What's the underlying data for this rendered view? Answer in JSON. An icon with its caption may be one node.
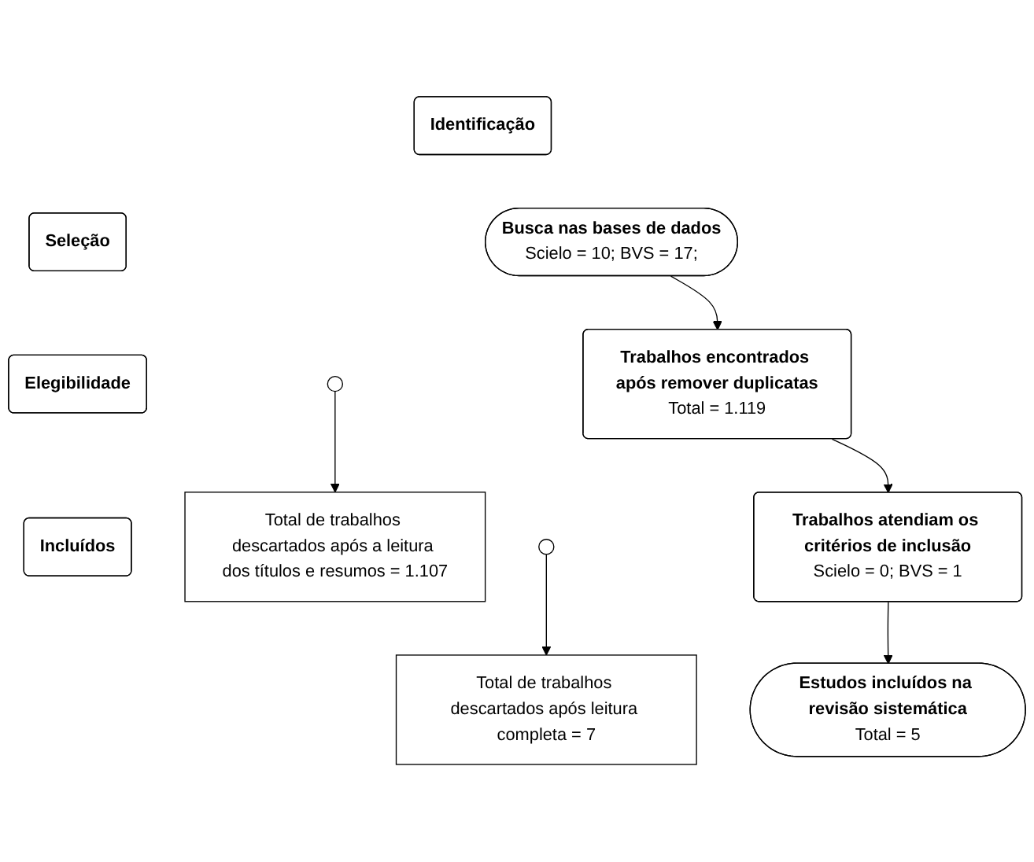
{
  "diagram": {
    "nodes": [
      {
        "text": [
          "Identificação"
        ]
      },
      {
        "text": [
          "Busca nas bases de dados",
          "Scielo = 10; BVS = 17;"
        ]
      },
      {
        "text": [
          "Seleção"
        ]
      },
      {
        "text": [
          "Trabalhos encontrados após remover duplicatas",
          "Total = 1.119"
        ]
      },
      {
        "text": [
          "Total de trabalhos descartados após a leitura dos títulos e resumos = 1.107"
        ]
      },
      {
        "text": [
          "Elegibilidade"
        ]
      },
      {
        "text": [
          "Trabalhos atendiam os critérios de inclusão",
          "Scielo = 0; BVS = 1"
        ]
      },
      {
        "text": [
          "Total de trabalhos descartados após leitura completa = 7"
        ]
      },
      {
        "text": [
          "Incluídos"
        ]
      },
      {
        "text": [
          "Estudos incluídos na revisão sistemática",
          "Total = 5"
        ]
      }
    ],
    "edges": [
      {
        "from": 1,
        "to": 3,
        "arrow": "to"
      },
      {
        "from": 3,
        "to": 6,
        "arrow": "to"
      },
      {
        "from": 6,
        "to": 9,
        "arrow": "to"
      },
      {
        "from": null,
        "to": 4,
        "arrow": "to"
      },
      {
        "from": null,
        "to": 7,
        "arrow": "to"
      }
    ]
  }
}
